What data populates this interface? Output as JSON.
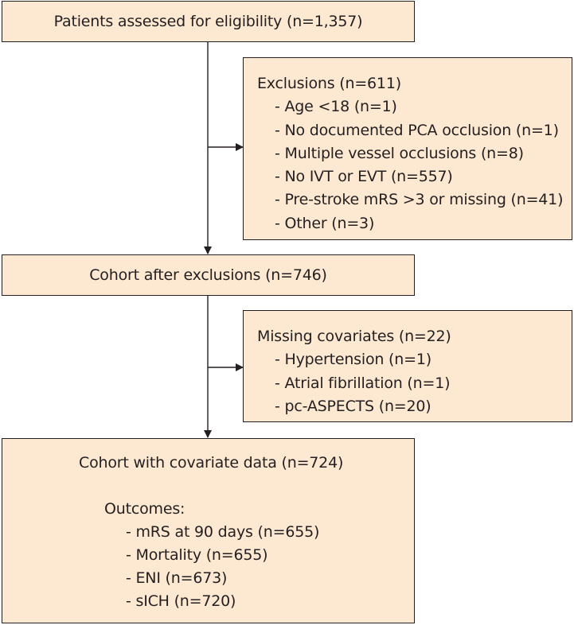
{
  "boxes": {
    "assessed": "Patients assessed for eligibility (n=1,357)",
    "exclusions": {
      "title": "Exclusions (n=611)",
      "items": [
        "Age <18 (n=1)",
        "No documented PCA occlusion (n=1)",
        "Multiple vessel occlusions (n=8)",
        "No IVT or EVT (n=557)",
        "Pre-stroke mRS >3 or missing (n=41)",
        "Other (n=3)"
      ]
    },
    "after_exclusions": "Cohort after exclusions (n=746)",
    "missing": {
      "title": "Missing covariates (n=22)",
      "items": [
        "Hypertension (n=1)",
        "Atrial fibrillation (n=1)",
        "pc-ASPECTS (n=20)"
      ]
    },
    "final": {
      "title": "Cohort with covariate data (n=724)",
      "outcomes_title": "Outcomes:",
      "items": [
        "mRS at 90 days (n=655)",
        "Mortality (n=655)",
        "ENI (n=673)",
        "sICH (n=720)"
      ]
    }
  },
  "colors": {
    "box_fill": "#fde9d2",
    "stroke": "#231f20"
  }
}
